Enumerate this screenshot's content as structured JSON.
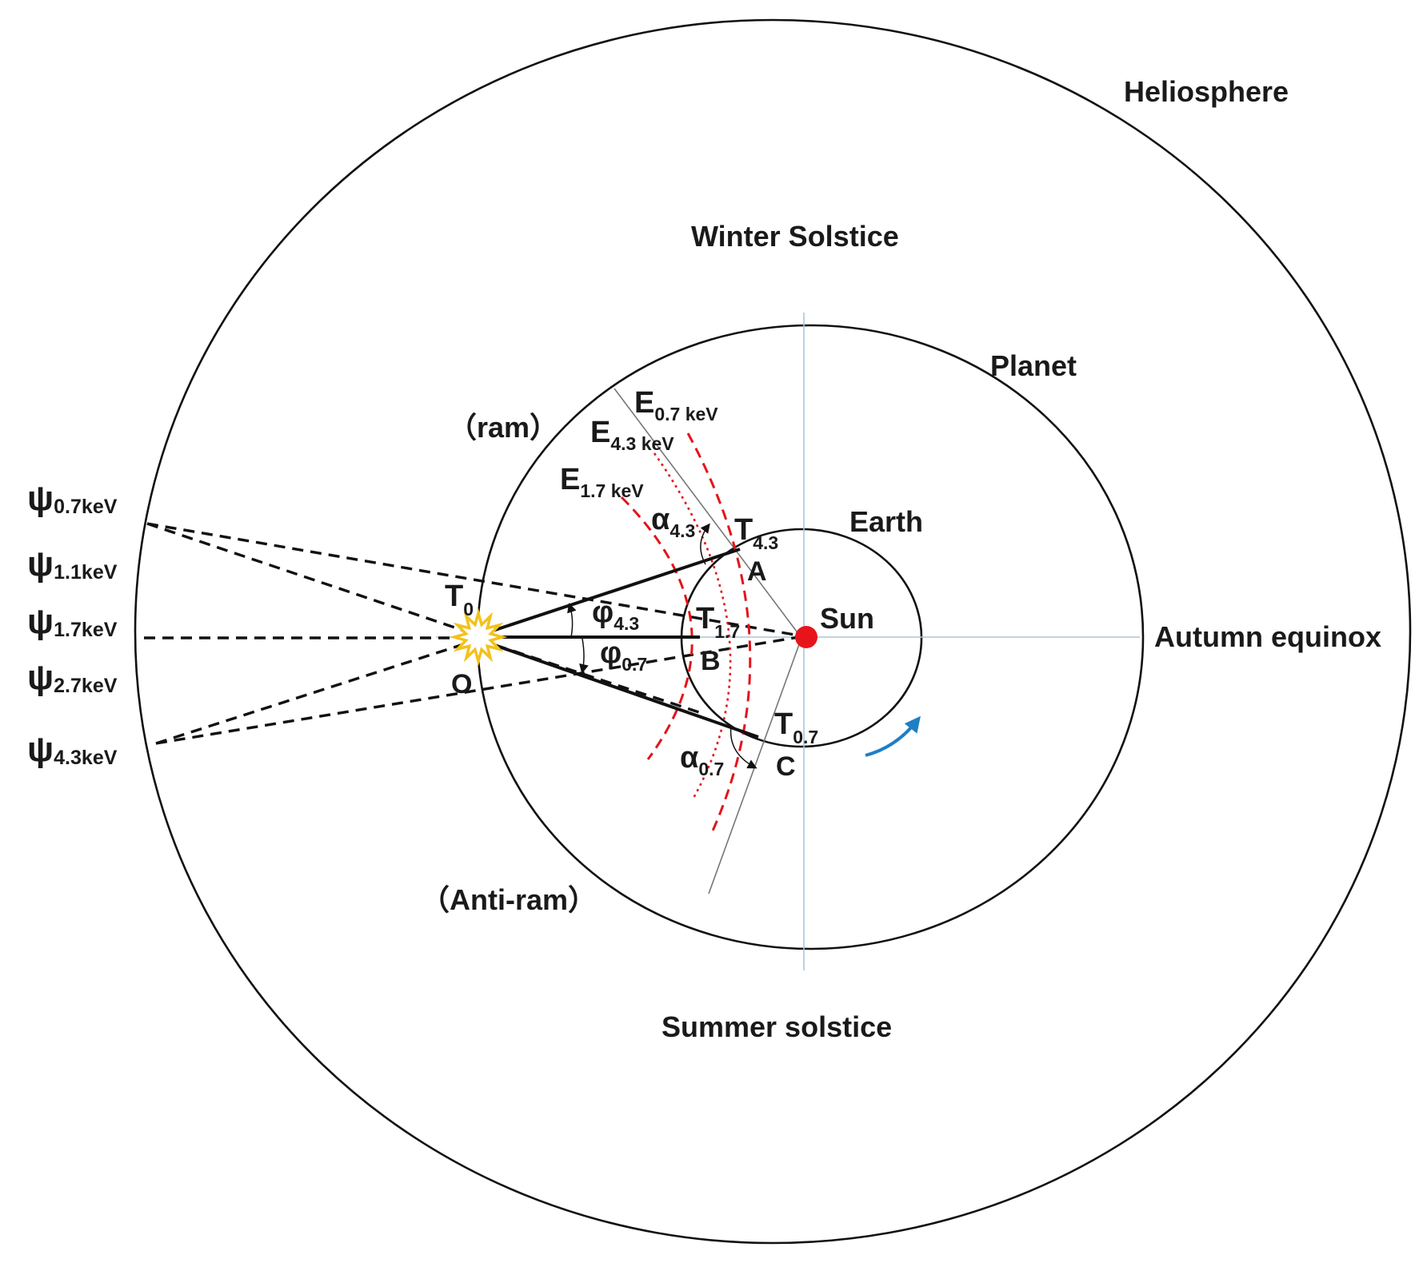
{
  "labels": {
    "heliosphere": "Heliosphere",
    "winter": "Winter Solstice",
    "summer": "Summer solstice",
    "autumn": "Autumn equinox",
    "planet": "Planet",
    "earth": "Earth",
    "sun": "Sun",
    "ram": "（ram）",
    "antiram": "（Anti-ram）"
  },
  "points": {
    "o": "O",
    "a": "A",
    "b": "B",
    "c": "C"
  },
  "times": {
    "t0": {
      "base": "T",
      "sub": "0"
    },
    "t43": {
      "base": "T",
      "sub": "4.3"
    },
    "t17": {
      "base": "T",
      "sub": "1.7"
    },
    "t07": {
      "base": "T",
      "sub": "0.7"
    }
  },
  "energies": {
    "e07": {
      "base": "E",
      "sub": "0.7 keV"
    },
    "e43": {
      "base": "E",
      "sub": "4.3 keV"
    },
    "e17": {
      "base": "E",
      "sub": "1.7 keV"
    }
  },
  "angles": {
    "alpha43": {
      "base": "α",
      "sub": "4.3"
    },
    "alpha07": {
      "base": "α",
      "sub": "0.7"
    },
    "phi43": {
      "base": "φ",
      "sub": "4.3"
    },
    "phi07": {
      "base": "φ",
      "sub": "0.7"
    }
  },
  "psi": [
    {
      "base": "ψ",
      "sub": "0.7keV"
    },
    {
      "base": "ψ",
      "sub": "1.1keV"
    },
    {
      "base": "ψ",
      "sub": "1.7keV"
    },
    {
      "base": "ψ",
      "sub": "2.7keV"
    },
    {
      "base": "ψ",
      "sub": "4.3keV"
    }
  ],
  "colors": {
    "sun": "#e8141b",
    "energy_front": "#e3141b",
    "burst": "#f2c21b",
    "rotation_arrow": "#1f7fc4",
    "axis": "#a9c6da"
  }
}
